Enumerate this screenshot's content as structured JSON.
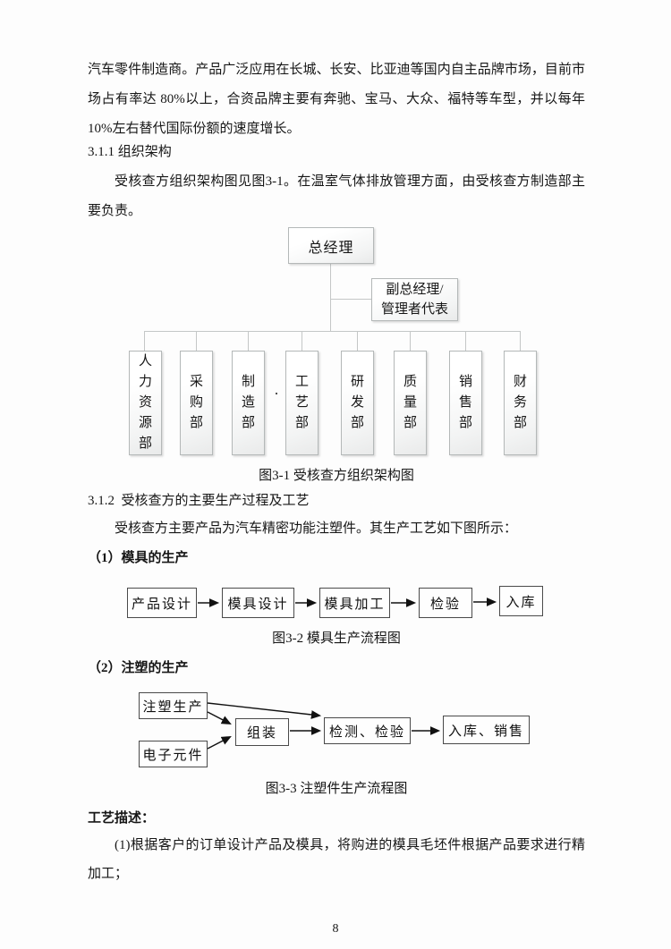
{
  "paragraphs": {
    "intro": "汽车零件制造商。产品广泛应用在长城、长安、比亚迪等国内自主品牌市场，目前市场占有率达 80%以上，合资品牌主要有奔驰、宝马、大众、福特等车型，并以每年 10%左右替代国际份额的速度增长。",
    "org_intro": "受核查方组织架构图见图3-1。在温室气体排放管理方面，由受核查方制造部主要负责。",
    "product_intro": "受核查方主要产品为汽车精密功能注塑件。其生产工艺如下图所示：",
    "process_item1": "(1)根据客户的订单设计产品及模具，将购进的模具毛坯件根据产品要求进行精加工；"
  },
  "headings": {
    "sec311": "3.1.1 组织架构",
    "sec312": "3.1.2  受核查方的主要生产过程及工艺",
    "sub1": "（1）模具的生产",
    "sub2": "（2）注塑的生产",
    "process_desc": "工艺描述："
  },
  "org_chart": {
    "root": "总经理",
    "deputy": {
      "line1": "副总经理/",
      "line2": "管理者代表"
    },
    "departments": [
      "人力资源部",
      "采购部",
      "制造部",
      "工艺部",
      "研发部",
      "质量部",
      "销售部",
      "财务部"
    ],
    "stray_dot": "·",
    "caption": "图3-1 受核查方组织架构图"
  },
  "flow1": {
    "steps": [
      "产品设计",
      "模具设计",
      "模具加工",
      "检验",
      "入库"
    ],
    "caption": "图3-2 模具生产流程图"
  },
  "flow2": {
    "nodes": {
      "source_top": "注塑生产",
      "source_bottom": "电子元件",
      "assemble": "组装",
      "inspect": "检测、检验",
      "store": "入库、销售"
    },
    "caption": "图3-3 注塑件生产流程图"
  },
  "page": {
    "number": "8"
  }
}
